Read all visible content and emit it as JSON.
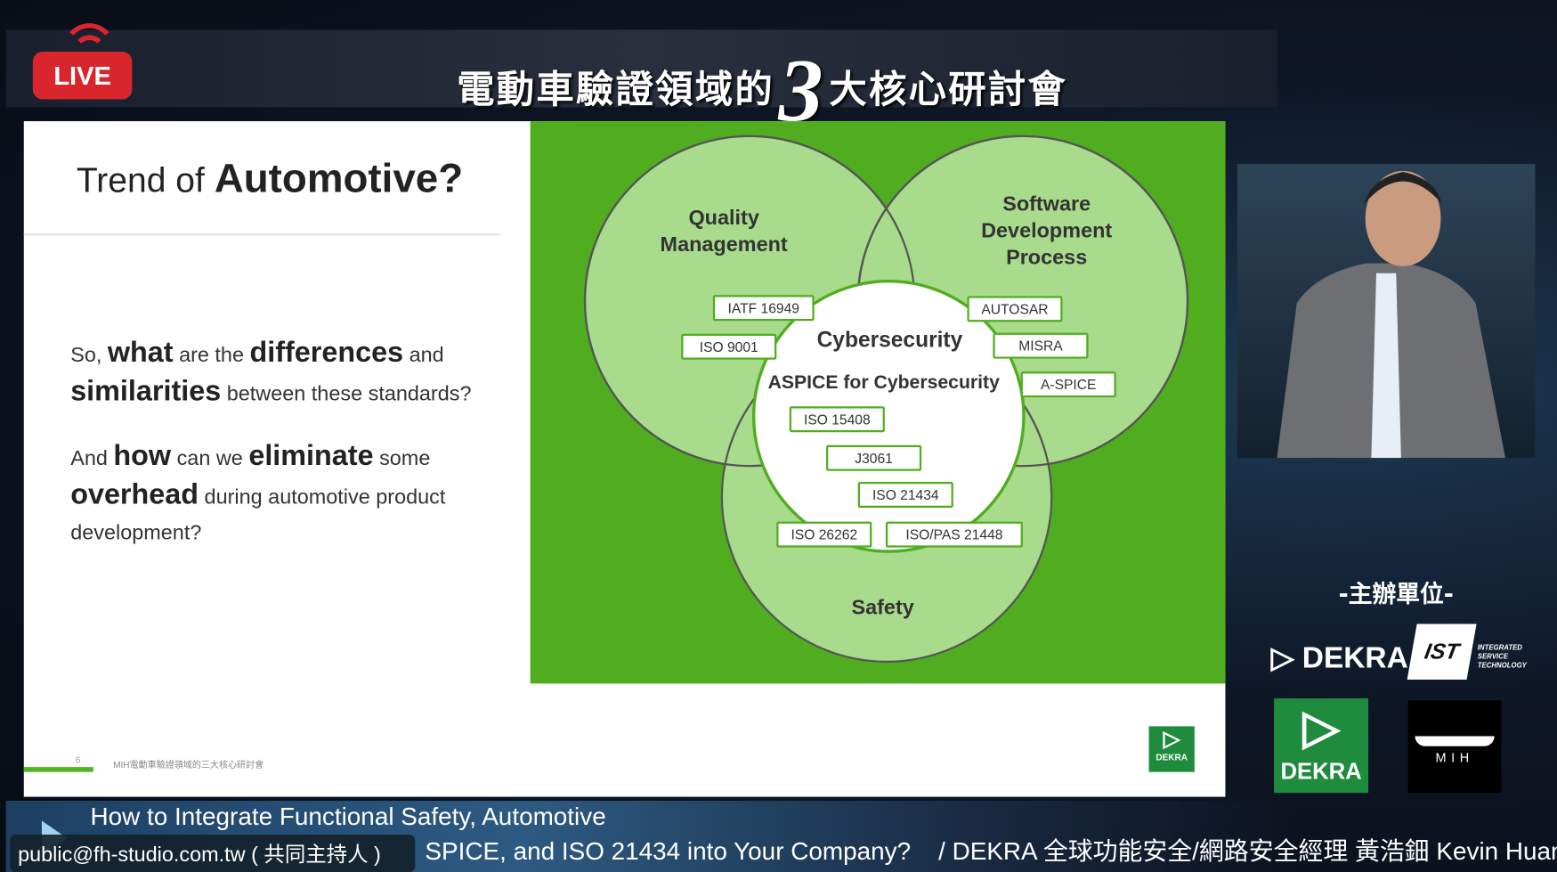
{
  "header": {
    "live_label": "LIVE",
    "title_before": "電動車驗證領域的",
    "title_number": "3",
    "title_after": "大核心研討會"
  },
  "slide": {
    "title_prefix": "Trend of ",
    "title_bold": "Automotive?",
    "para1": [
      {
        "t": "So, ",
        "b": false
      },
      {
        "t": "what",
        "b": true
      },
      {
        "t": " are the ",
        "b": false
      },
      {
        "t": "differences",
        "b": true
      },
      {
        "t": " and ",
        "b": false
      },
      {
        "t": "similarities",
        "b": true
      },
      {
        "t": " between these standards?",
        "b": false
      }
    ],
    "para2": [
      {
        "t": "And ",
        "b": false
      },
      {
        "t": "how",
        "b": true
      },
      {
        "t": " can we ",
        "b": false
      },
      {
        "t": "eliminate",
        "b": true
      },
      {
        "t": " some ",
        "b": false
      },
      {
        "t": "overhead",
        "b": true
      },
      {
        "t": " during automotive product development?",
        "b": false
      }
    ],
    "venn": {
      "quality": "Quality Management",
      "software": "Software Development Process",
      "safety": "Safety",
      "cyber": "Cybersecurity",
      "aspice_cyber": "ASPICE for Cybersecurity",
      "boxes": [
        "IATF 16949",
        "ISO 9001",
        "AUTOSAR",
        "MISRA",
        "A-SPICE",
        "ISO 15408",
        "J3061",
        "ISO 21434",
        "ISO 26262",
        "ISO/PAS 21448"
      ]
    },
    "page_number": "6",
    "footer": "MIH電動車驗證領域的三大核心研討會",
    "logo": "DEKRA"
  },
  "sidebar": {
    "sponsor_label": "-主辦單位-",
    "logos": [
      "DEKRA",
      "IST",
      "INTEGRATED SERVICE TECHNOLOGY",
      "DEKRA",
      "MIH"
    ]
  },
  "lower_third": {
    "line1": "How to Integrate Functional Safety, Automotive",
    "line2": "SPICE, and ISO 21434 into Your Company?",
    "speaker": "/  DEKRA 全球功能安全/網路安全經理 黃浩鈿 Kevin Huang"
  },
  "overlay": {
    "email": "public@fh-studio.com.tw ( 共同主持人 )"
  },
  "colors": {
    "green": "#4fad1f",
    "live": "#d8262c",
    "dekra": "#1e8c3c"
  }
}
